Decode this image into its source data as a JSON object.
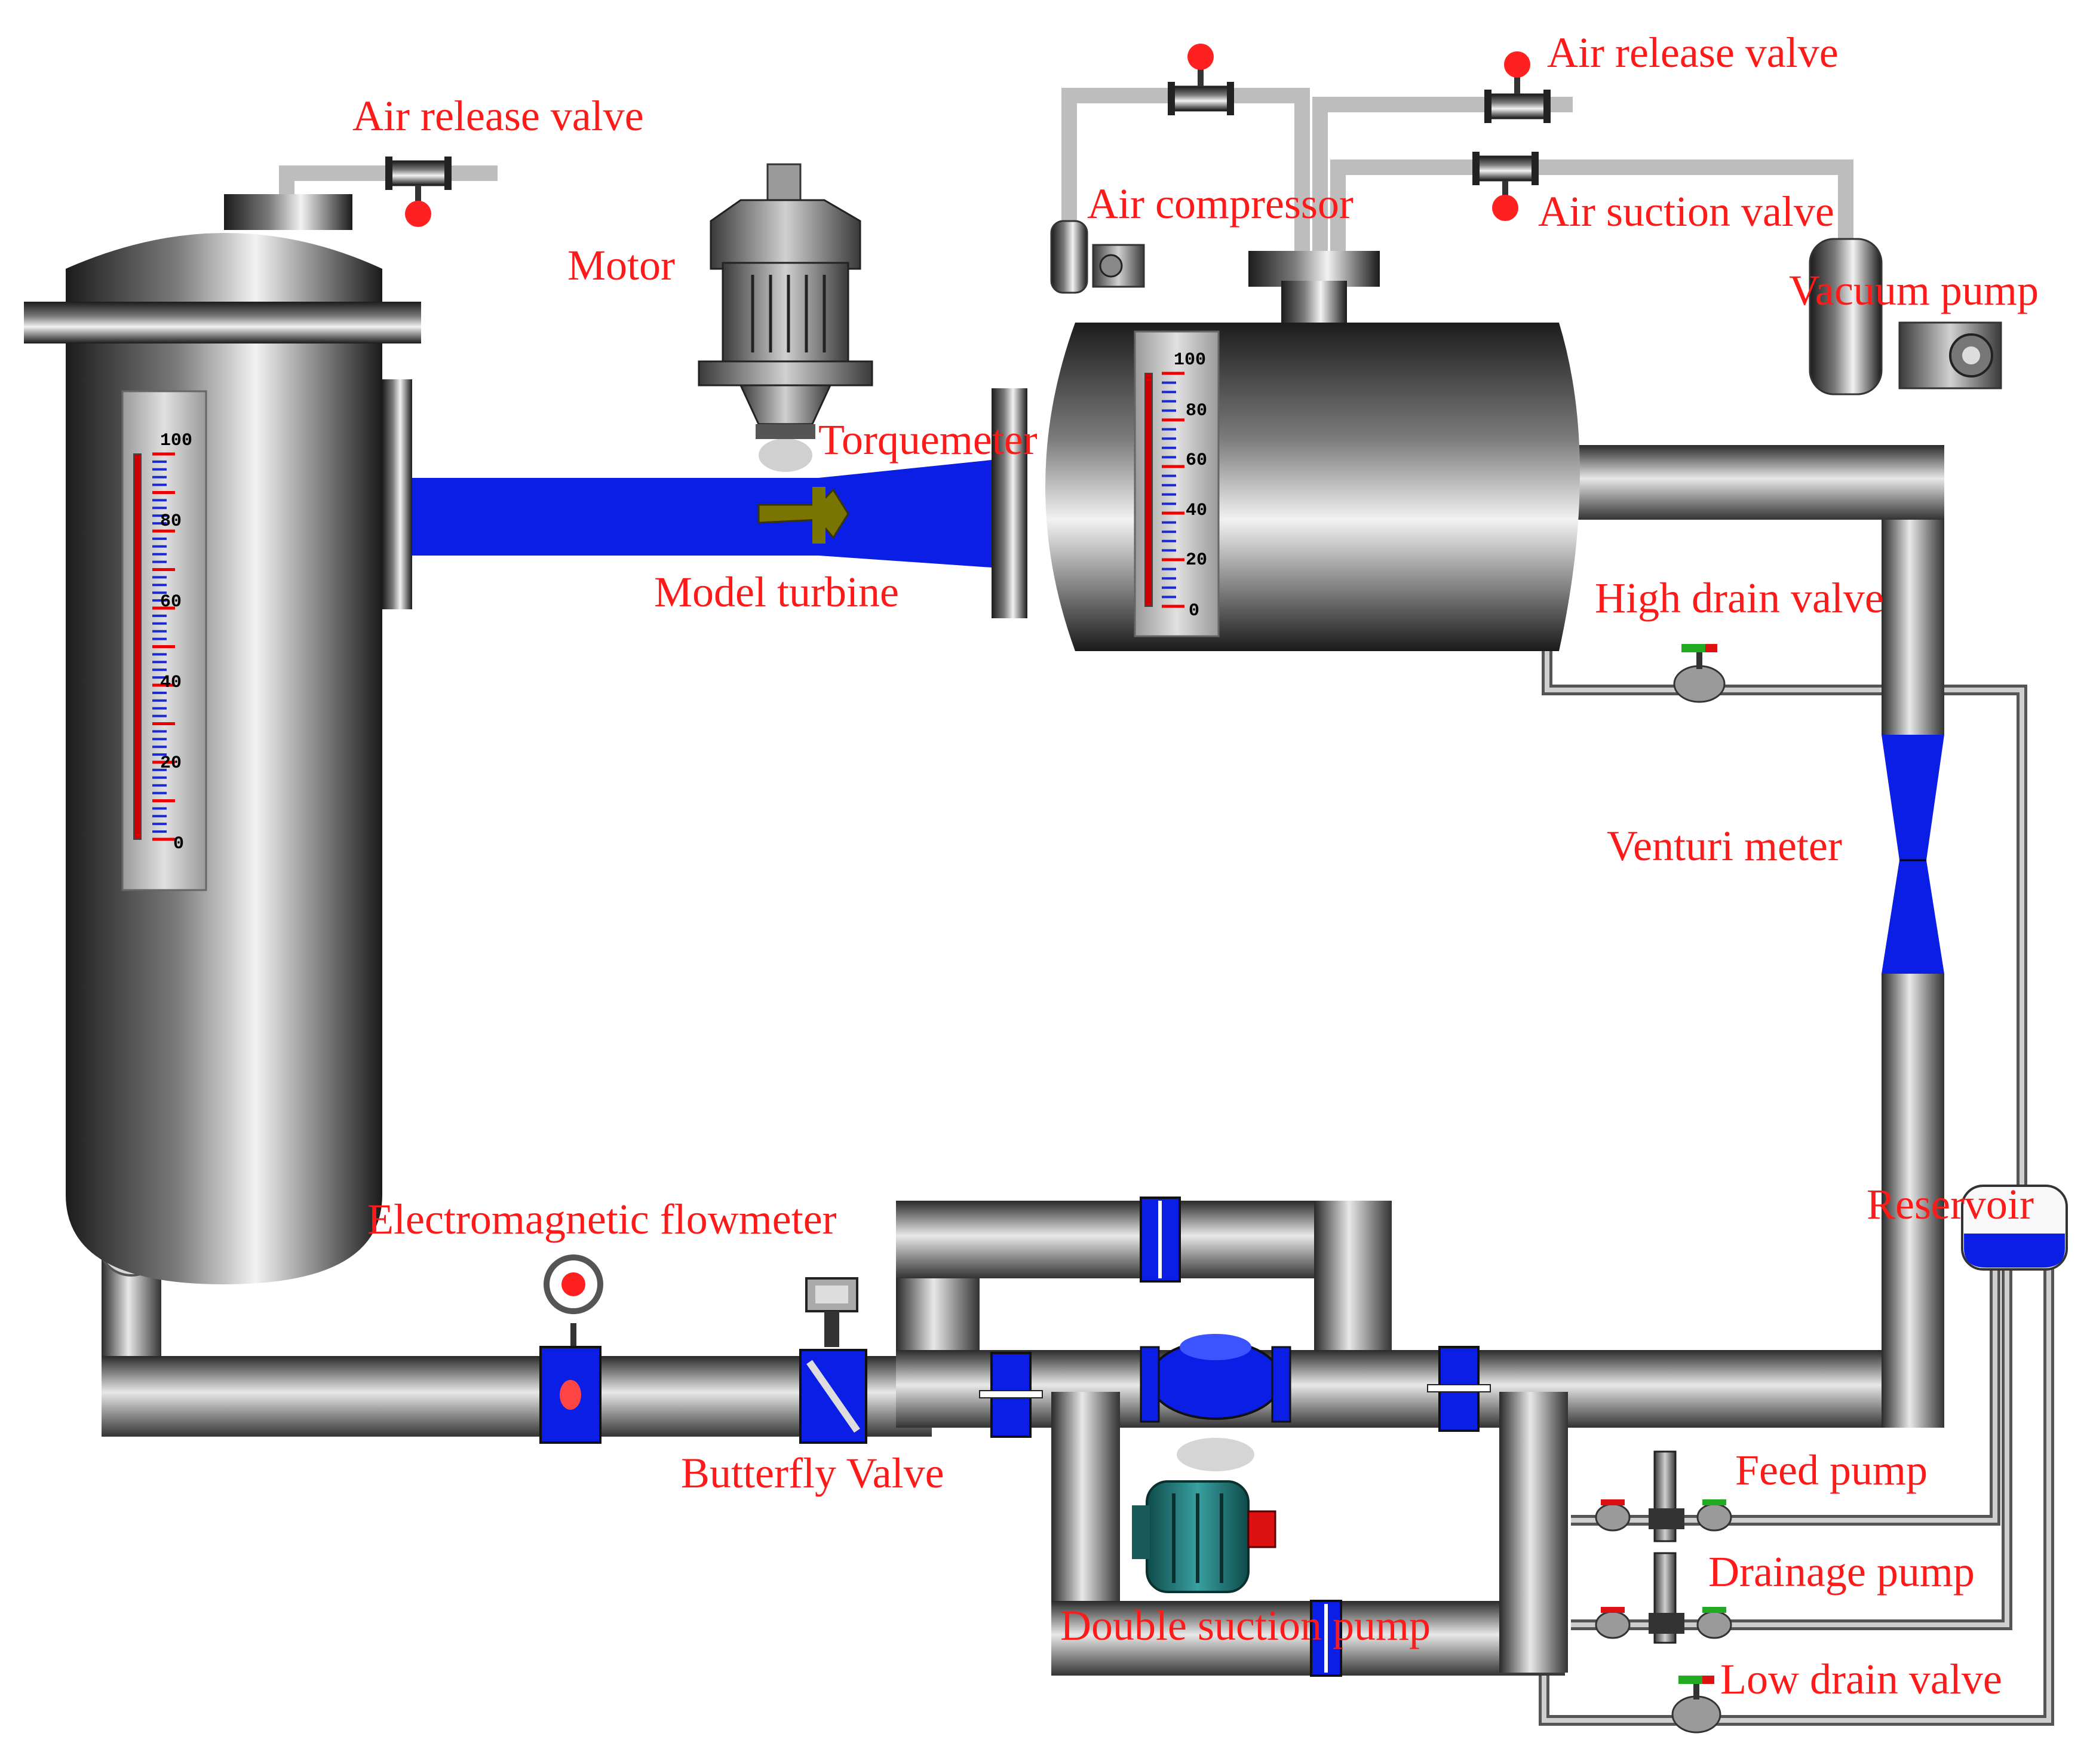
{
  "labels": {
    "air_release_left": "Air release valve",
    "air_release_right": "Air release valve",
    "air_compressor": "Air compressor",
    "air_suction": "Air suction valve",
    "vacuum_pump": "Vacuum pump",
    "motor": "Motor",
    "torquemeter": "Torquemeter",
    "model_turbine": "Model turbine",
    "high_drain": "High drain valve",
    "venturi": "Venturi meter",
    "reservoir": "Reservoir",
    "em_flowmeter": "Electromagnetic flowmeter",
    "butterfly": "Butterfly Valve",
    "double_suction": "Double suction pump",
    "feed_pump": "Feed pump",
    "drainage_pump": "Drainage pump",
    "low_drain": "Low drain valve"
  },
  "gauges": {
    "left_scale": [
      "100",
      "80",
      "60",
      "40",
      "20",
      "0"
    ],
    "right_scale": [
      "100",
      "80",
      "60",
      "40",
      "20",
      "0"
    ]
  },
  "colors": {
    "label": "#ff1a1a",
    "water": "#0a1ee6",
    "valve_red": "#ff2020",
    "turbine": "#7a7400"
  }
}
